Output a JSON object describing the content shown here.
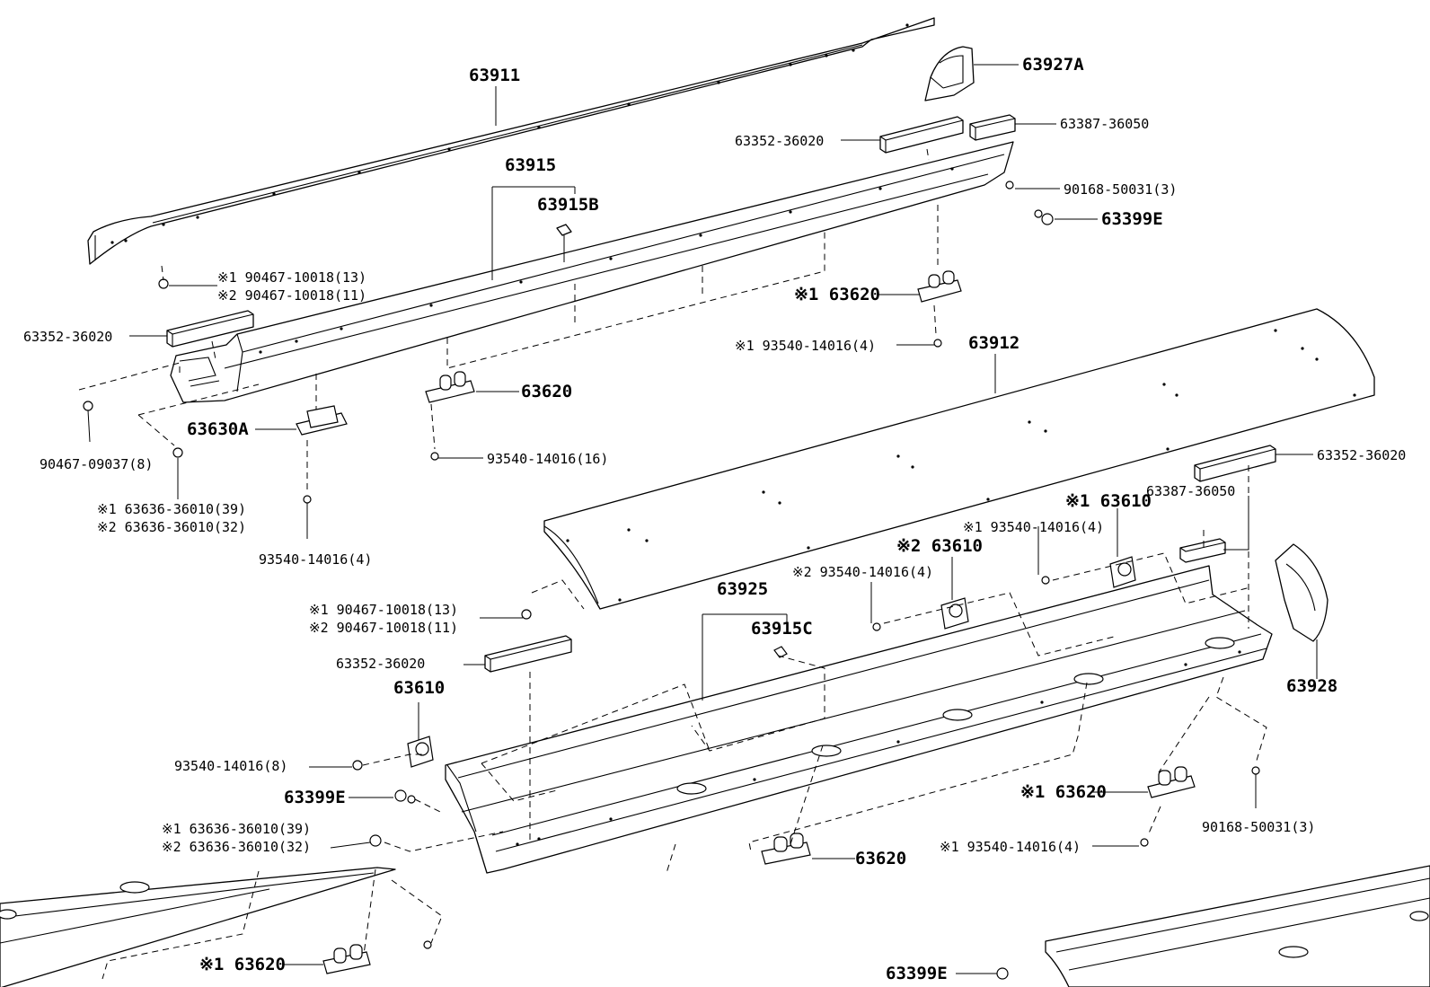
{
  "labels": {
    "p63911": "63911",
    "p63927A": "63927A",
    "p63387_top": "63387-36050",
    "p63352_top": "63352-36020",
    "p63915": "63915",
    "p63915B": "63915B",
    "p90168_top": "90168-50031(3)",
    "p63399E_top": "63399E",
    "clip_top_1": "※1 90467-10018(13)",
    "clip_top_2": "※2 90467-10018(11)",
    "p63352_left": "63352-36020",
    "p63620_top": "※1 63620",
    "p93540_top": "※1 93540-14016(4)",
    "p63912": "63912",
    "p63620_mid": "63620",
    "p63630A": "63630A",
    "p93540_16": "93540-14016(16)",
    "p90467_09037": "90467-09037(8)",
    "p63636_1": "※1 63636-36010(39)",
    "p63636_2": "※2 63636-36010(32)",
    "p93540_4": "93540-14016(4)",
    "p63352_right": "63352-36020",
    "p63610_r1": "※1 63610",
    "p63387_right": "63387-36050",
    "p93540_r1": "※1 93540-14016(4)",
    "p63610_r2": "※2 63610",
    "p93540_r2": "※2 93540-14016(4)",
    "p63925": "63925",
    "p63915C": "63915C",
    "clip_mid_1": "※1 90467-10018(13)",
    "clip_mid_2": "※2 90467-10018(11)",
    "p63352_mid": "63352-36020",
    "p63610_low": "63610",
    "p63928": "63928",
    "p93540_8": "93540-14016(8)",
    "p63399E_low": "63399E",
    "p63620_low_r": "※1 63620",
    "p63636_low_1": "※1 63636-36010(39)",
    "p63636_low_2": "※2 63636-36010(32)",
    "p90168_low": "90168-50031(3)",
    "p93540_low_r": "※1 93540-14016(4)",
    "p63620_bottom": "63620",
    "p63620_bl": "※1 63620",
    "p63399E_br": "63399E"
  }
}
